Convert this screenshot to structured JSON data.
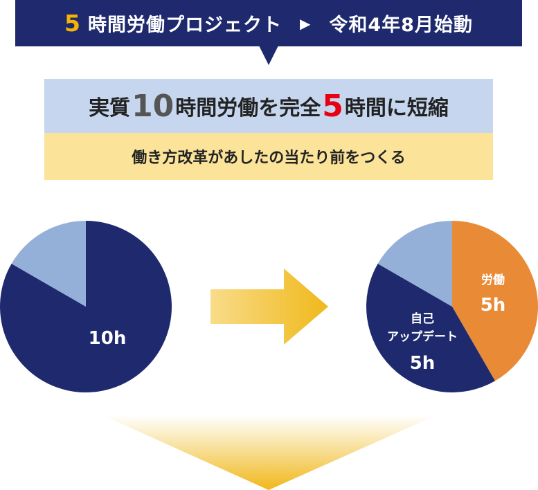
{
  "banner": {
    "number": "5",
    "title": "時間労働プロジェクト",
    "arrow_glyph": "▶",
    "launch": "令和4年8月始動"
  },
  "headline": {
    "part1": "実質",
    "num_before": "10",
    "part2": "時間労働を完全",
    "num_after": "5",
    "part3": "時間に短縮"
  },
  "subline": "働き方改革があしたの当たり前をつくる",
  "chart_data": [
    {
      "type": "pie",
      "slices": [
        {
          "label": "10h",
          "value": 10,
          "color": "#1f2a6e"
        },
        {
          "label": "",
          "value": 2,
          "color": "#95b0d8"
        }
      ]
    },
    {
      "type": "pie",
      "slices": [
        {
          "label": "労働",
          "value_label": "5h",
          "value": 5,
          "color": "#e98a37"
        },
        {
          "label": "自己\nアップデート",
          "value_label": "5h",
          "value": 5,
          "color": "#1f2a6e"
        },
        {
          "label": "",
          "value": 2,
          "color": "#95b0d8"
        }
      ]
    }
  ],
  "colors": {
    "navy": "#1f2a6e",
    "light_blue": "#95b0d8",
    "orange": "#e98a37",
    "yellow": "#f4b400",
    "red": "#e60012"
  },
  "icons": [
    "play-triangle-icon",
    "right-arrow-icon",
    "down-arrow-icon"
  ]
}
